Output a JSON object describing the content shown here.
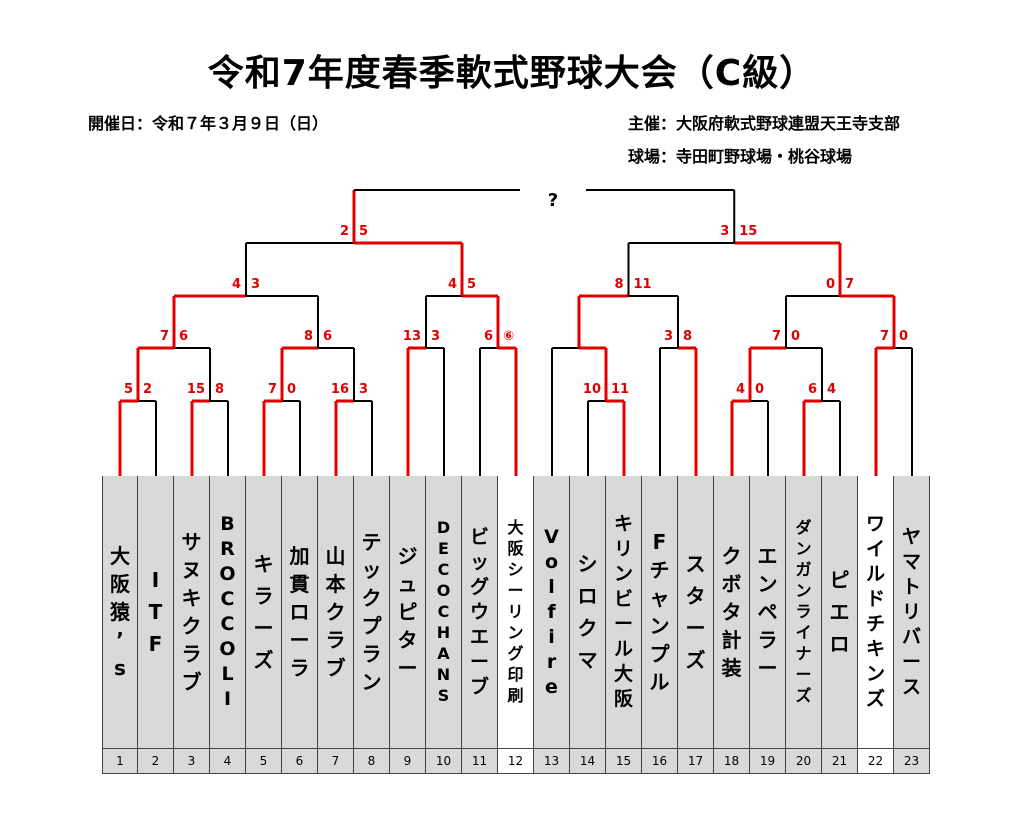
{
  "title": "令和7年度春季軟式野球大会（C級）",
  "date": "開催日：令和７年３月９日（日）",
  "organizer": "主催：大阪府軟式野球連盟天王寺支部",
  "venue": "球場：寺田町野球場・桃谷球場",
  "final_result": "?",
  "colors": {
    "winner_line": "#e00000",
    "line": "#000000",
    "cell_bg": "#d9d9d9"
  },
  "teams": [
    {
      "no": "1",
      "name": "大阪猿’s"
    },
    {
      "no": "2",
      "name": "ITF"
    },
    {
      "no": "3",
      "name": "サヌキクラブ"
    },
    {
      "no": "4",
      "name": "BROCCOLI"
    },
    {
      "no": "5",
      "name": "キラーズ"
    },
    {
      "no": "6",
      "name": "加貫ローラ"
    },
    {
      "no": "7",
      "name": "山本クラブ"
    },
    {
      "no": "8",
      "name": "テックプラン"
    },
    {
      "no": "9",
      "name": "ジュピター"
    },
    {
      "no": "10",
      "name": "DECOCHANS"
    },
    {
      "no": "11",
      "name": "ビッグウエーブ"
    },
    {
      "no": "12",
      "name": "大阪シーリング印刷"
    },
    {
      "no": "13",
      "name": "Volfire"
    },
    {
      "no": "14",
      "name": "シロクマ"
    },
    {
      "no": "15",
      "name": "キリンビール大阪"
    },
    {
      "no": "16",
      "name": "Fチャンプル"
    },
    {
      "no": "17",
      "name": "スターズ"
    },
    {
      "no": "18",
      "name": "クボタ計装"
    },
    {
      "no": "19",
      "name": "エンペラー"
    },
    {
      "no": "20",
      "name": "ダンガンライナーズ"
    },
    {
      "no": "21",
      "name": "ピエロ"
    },
    {
      "no": "22",
      "name": "ワイルドチキンズ"
    },
    {
      "no": "23",
      "name": "ヤマトリバース"
    }
  ],
  "matches": [
    {
      "id": "m12",
      "scores": [
        "5",
        "2"
      ]
    },
    {
      "id": "m34",
      "scores": [
        "15",
        "8"
      ]
    },
    {
      "id": "m56",
      "scores": [
        "7",
        "0"
      ]
    },
    {
      "id": "m78",
      "scores": [
        "16",
        "3"
      ]
    },
    {
      "id": "m1415",
      "scores": [
        "10",
        "11"
      ]
    },
    {
      "id": "m1819",
      "scores": [
        "4",
        "0"
      ]
    },
    {
      "id": "m2021",
      "scores": [
        "6",
        "4"
      ]
    },
    {
      "id": "mA",
      "scores": [
        "7",
        "6"
      ]
    },
    {
      "id": "mB",
      "scores": [
        "8",
        "6"
      ]
    },
    {
      "id": "mC",
      "scores": [
        "13",
        "3"
      ]
    },
    {
      "id": "mD",
      "scores": [
        "6",
        "⑥"
      ]
    },
    {
      "id": "mE",
      "scores": [
        "3",
        "8"
      ]
    },
    {
      "id": "mF",
      "scores": [
        "7",
        "0"
      ]
    },
    {
      "id": "mG",
      "scores": [
        "7",
        "0"
      ]
    },
    {
      "id": "mAB",
      "scores": [
        "4",
        "3"
      ]
    },
    {
      "id": "mCD",
      "scores": [
        "4",
        "5"
      ]
    },
    {
      "id": "mWE",
      "scores": [
        "8",
        "11"
      ]
    },
    {
      "id": "mFG",
      "scores": [
        "0",
        "7"
      ]
    },
    {
      "id": "mL",
      "scores": [
        "2",
        "5"
      ]
    },
    {
      "id": "mR",
      "scores": [
        "3",
        "15"
      ]
    }
  ]
}
